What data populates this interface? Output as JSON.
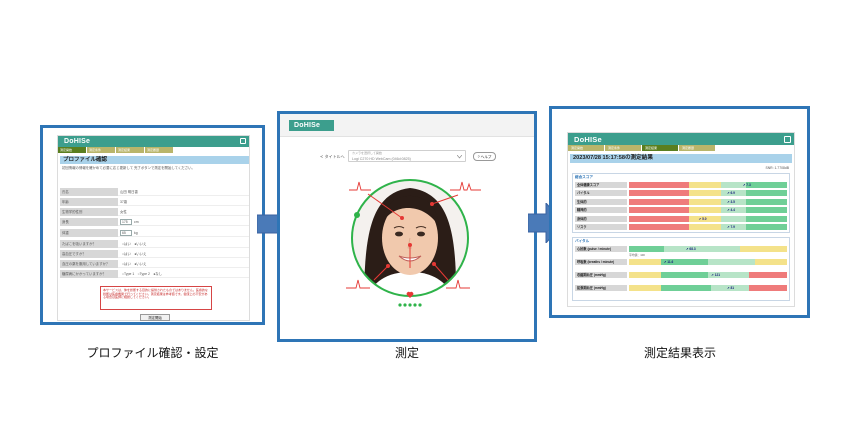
{
  "captions": {
    "profile": "プロファイル確認・設定",
    "measure": "測定",
    "result": "測定結果表示"
  },
  "app": {
    "brand": "DoHISe"
  },
  "profile_screen": {
    "steps": [
      "測定開始",
      "測定条件",
      "測定結果",
      "測定履歴"
    ],
    "title": "プロファイル確認",
    "intro": "初回情報の情報を確かめて必要に応じ更新して 完了ボタンで測定を開始してください。",
    "rows": [
      {
        "label": "氏名",
        "value": "山田 明日香"
      },
      {
        "label": "年齢",
        "value": "37歳"
      },
      {
        "label": "生物学的性別",
        "value": "女性"
      },
      {
        "label": "身長",
        "value": "175",
        "unit": "cm"
      },
      {
        "label": "体重",
        "value": "65",
        "unit": "kg"
      },
      {
        "label": "たばこを吸いますか？",
        "value": "○はい　●いいえ"
      },
      {
        "label": "高血圧ですか？",
        "value": "○はい　●いいえ"
      },
      {
        "label": "血圧の薬を服用していますか？",
        "value": "○はい　●いいえ"
      },
      {
        "label": "糖尿病にかかっていますか？",
        "value": "○Type 1　○Type 2　●なし"
      }
    ],
    "warning": "本サービスは、体を診断する目的に提供されたものではありません。医療的な判断は医療機関で行ってください。測定結果は参考値です。健康上の不安がある場合は医師に相談してください。",
    "button": "測定開始"
  },
  "measure_screen": {
    "back": "< タイトルへ",
    "select_hint": "カメラを選択して開始",
    "select_value": "Logi C270 HD WebCam (046d:0825)",
    "help": "? ヘルプ"
  },
  "result_screen": {
    "steps": [
      "測定開始",
      "測定条件",
      "測定結果",
      "測定履歴"
    ],
    "title": "2023/07/28 15:17:58の測定結果",
    "snr": "SNR: 1.7708dB",
    "wellness": {
      "header": "総合スコア",
      "rows": [
        {
          "label": "全体健康スコア",
          "score": "7.3",
          "pos": 0.72
        },
        {
          "label": "バイタル",
          "score": "6.9",
          "pos": 0.62
        },
        {
          "label": "生体的",
          "score": "3.5",
          "pos": 0.62
        },
        {
          "label": "精神的",
          "score": "4.4",
          "pos": 0.62
        },
        {
          "label": "身体的",
          "score": "5.0",
          "pos": 0.44
        },
        {
          "label": "リスク",
          "score": "7.9",
          "pos": 0.62
        }
      ]
    },
    "vitals": {
      "header": "バイタル",
      "rows": [
        {
          "label": "心拍数 (pulse / minute)",
          "score": "68.3",
          "pos": 0.36,
          "note": "平均値：100"
        },
        {
          "label": "呼吸数 (breaths / minute)",
          "score": "11.6",
          "pos": 0.22
        },
        {
          "label": "収縮期血圧 (mmHg)",
          "score": "121",
          "pos": 0.52
        },
        {
          "label": "拡張期血圧 (mmHg)",
          "score": "81",
          "pos": 0.62
        }
      ]
    }
  },
  "colors": {
    "frame": "#2e75b6",
    "arrow": "#4a7ab8",
    "brand": "#3c9e8d",
    "good": "#6fcf97",
    "ok": "#b7e4c7",
    "warn": "#f4e28a",
    "bad": "#ef7b7b"
  }
}
